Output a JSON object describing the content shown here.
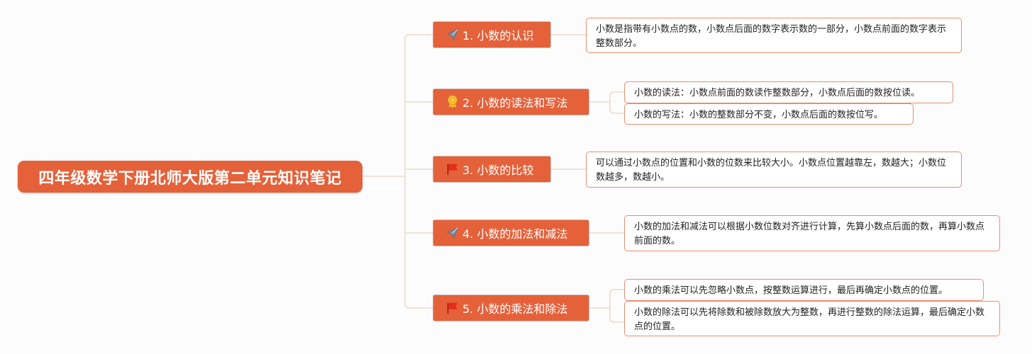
{
  "root": {
    "title": "四年级数学下册北师大版第二单元知识笔记"
  },
  "colors": {
    "accent": "#e4613a",
    "note_border": "#ec8d6e",
    "connector": "#ebd9cd"
  },
  "topics": [
    {
      "label": "1. 小数的认识",
      "icon": "paper-plane-icon",
      "notes": [
        "小数是指带有小数点的数，小数点后面的数字表示数的一部分，小数点前面的数字表示整数部分。"
      ]
    },
    {
      "label": "2. 小数的读法和写法",
      "icon": "award-ribbon-icon",
      "notes": [
        "小数的读法：小数点前面的数读作整数部分，小数点后面的数按位读。",
        "小数的写法：小数的整数部分不变，小数点后面的数按位写。"
      ]
    },
    {
      "label": "3. 小数的比较",
      "icon": "red-flag-icon",
      "notes": [
        "可以通过小数点的位置和小数的位数来比较大小。小数点位置越靠左，数越大；小数位数越多，数越小。"
      ]
    },
    {
      "label": "4. 小数的加法和减法",
      "icon": "paper-plane-icon",
      "notes": [
        "小数的加法和减法可以根据小数位数对齐进行计算，先算小数点后面的数，再算小数点前面的数。"
      ]
    },
    {
      "label": "5. 小数的乘法和除法",
      "icon": "red-flag-icon",
      "notes": [
        "小数的乘法可以先忽略小数点，按整数运算进行，最后再确定小数点的位置。",
        "小数的除法可以先将除数和被除数放大为整数，再进行整数的除法运算，最后确定小数点的位置。"
      ]
    }
  ]
}
